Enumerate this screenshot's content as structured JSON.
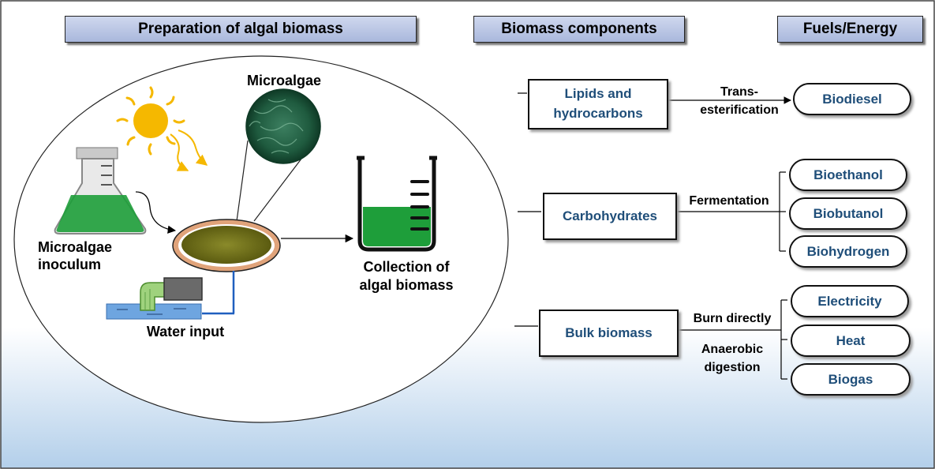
{
  "headers": {
    "preparation": "Preparation of algal biomass",
    "components": "Biomass components",
    "fuels": "Fuels/Energy"
  },
  "preparation_labels": {
    "microalgae": "Microalgae",
    "inoculum": "Microalgae\ninoculum",
    "water_input": "Water input",
    "collection": "Collection of\nalgal biomass"
  },
  "components": [
    {
      "label": "Lipids and\nhydrocarbons"
    },
    {
      "label": "Carbohydrates"
    },
    {
      "label": "Bulk biomass"
    }
  ],
  "processes": {
    "transesterification": "Trans-\nesterification",
    "fermentation": "Fermentation",
    "burn_directly": "Burn directly",
    "anaerobic_digestion": "Anaerobic\ndigestion"
  },
  "fuels": [
    "Biodiesel",
    "Bioethanol",
    "Biobutanol",
    "Biohydrogen",
    "Electricity",
    "Heat",
    "Biogas"
  ],
  "colors": {
    "accent_text": "#1f4e79",
    "header_fill": "#b8c5e4",
    "algae_green": "#1e9e3a",
    "sun": "#f5b800",
    "water": "#6ea5e0"
  }
}
